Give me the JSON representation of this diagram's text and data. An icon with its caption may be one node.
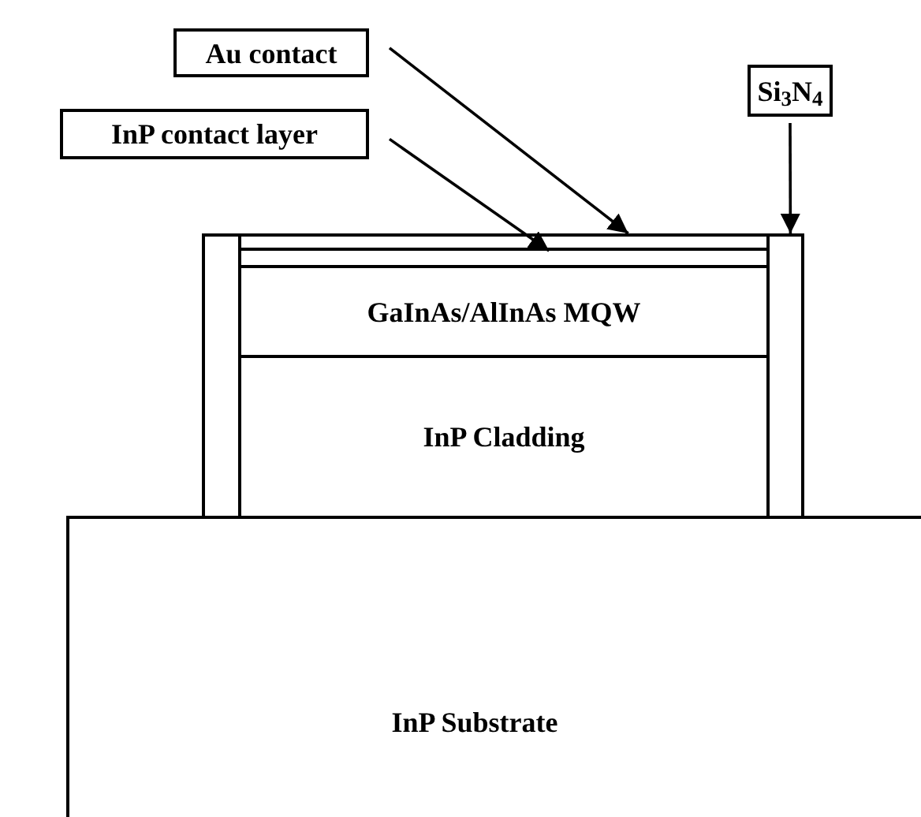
{
  "diagram": {
    "nodes": [
      {
        "text": [
          "Au contact"
        ]
      },
      {
        "text": [
          "InP contact layer"
        ]
      },
      {
        "text": [
          "Si$_{3}$N$_{4}$"
        ]
      },
      {
        "text": [],
        "shape": "bar"
      },
      {
        "text": [],
        "shape": "bar"
      },
      {
        "text": [],
        "shape": "bar"
      },
      {
        "text": [
          "GaInAs/AlInAs MQW"
        ]
      },
      {
        "text": [
          "InP Cladding"
        ]
      },
      {
        "text": [],
        "shape": "bar"
      },
      {
        "text": [
          "InP Substrate"
        ]
      }
    ],
    "edges": [
      {
        "from": 0,
        "to": 4,
        "arrow": "to"
      },
      {
        "from": 1,
        "to": 5,
        "arrow": "to"
      },
      {
        "from": 2,
        "to": 8,
        "arrow": "to"
      }
    ]
  }
}
